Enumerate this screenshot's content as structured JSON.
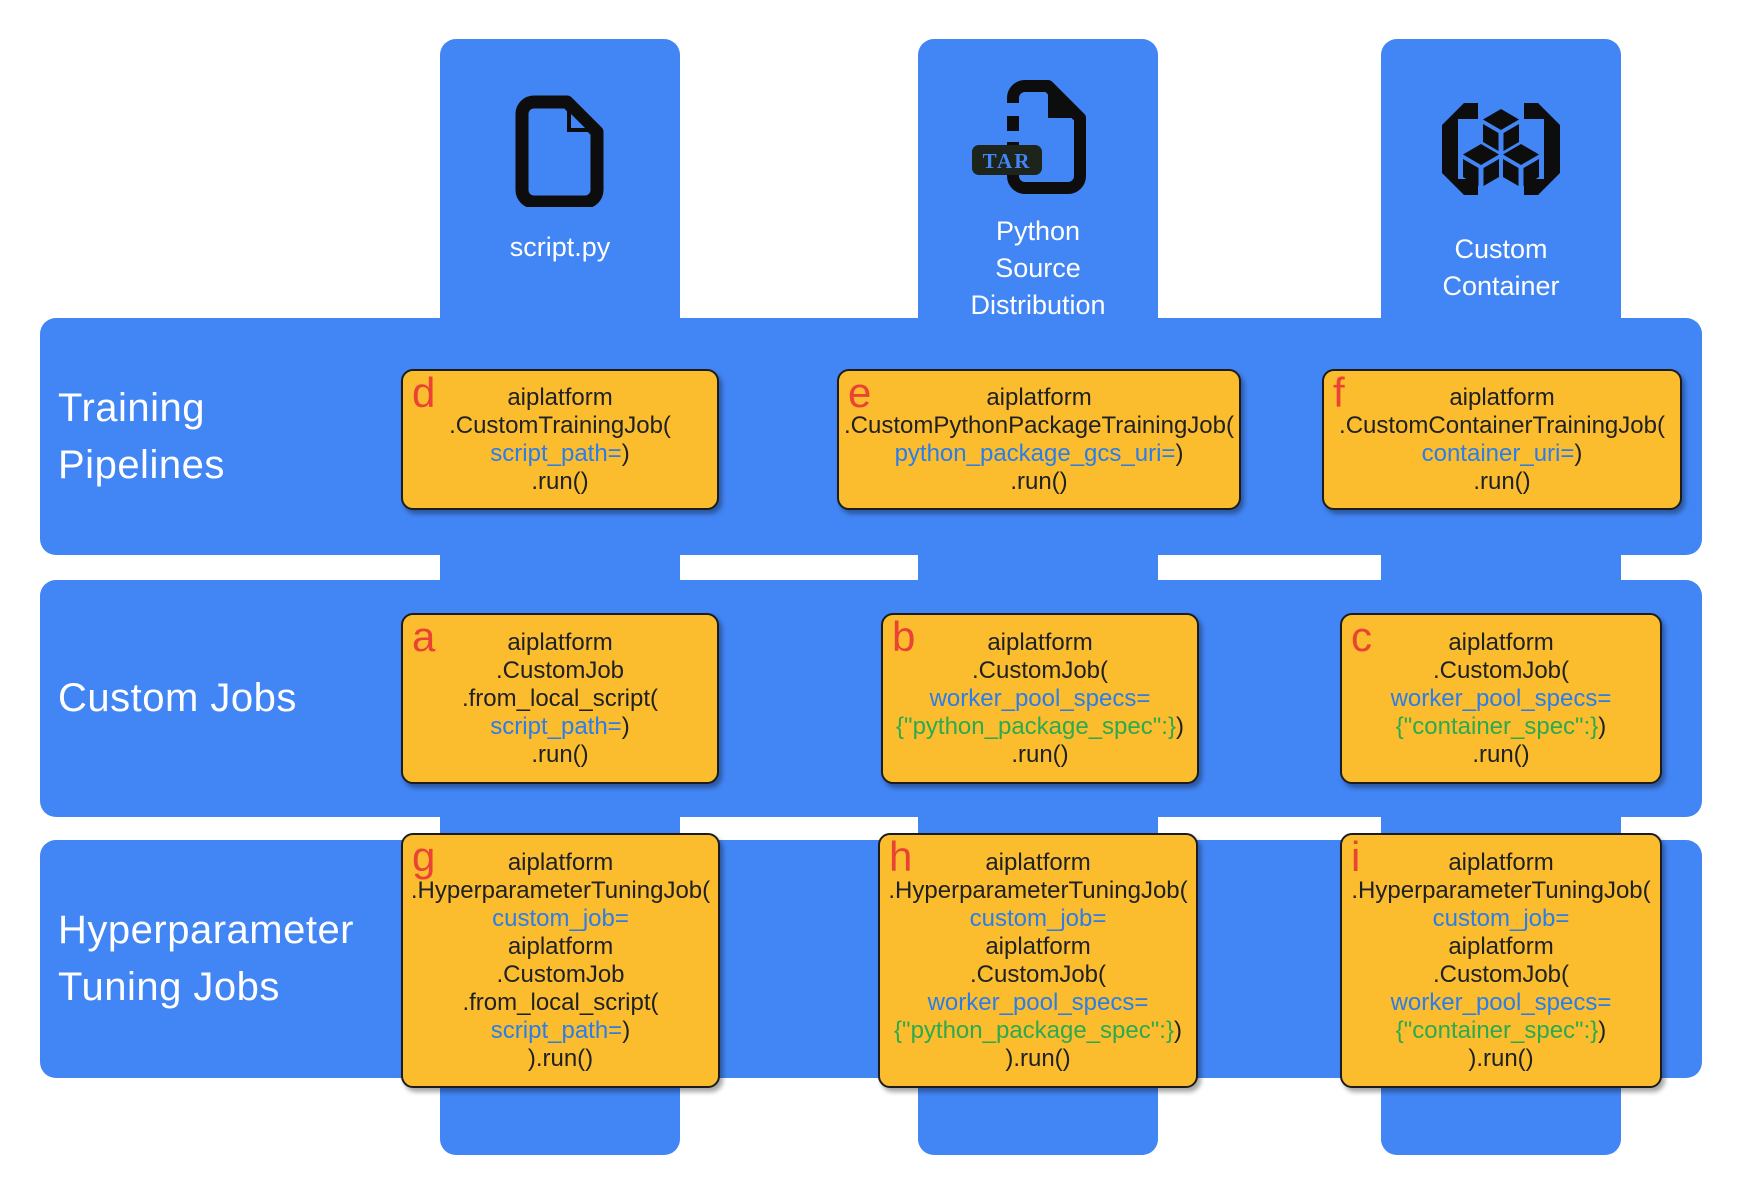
{
  "palette": {
    "blue_panel": "#4285F4",
    "box_fill": "#FBBD2E",
    "box_border": "#1C1C1C",
    "letter_red": "#EA4335",
    "code_black": "#202124",
    "code_blue": "#2B7DE9",
    "code_green": "#2DA94F",
    "label_white": "#FFFFFF",
    "icon_black": "#0D0D0D",
    "tar_badge_bg": "#1C241C"
  },
  "columns": [
    {
      "id": "script-py",
      "icon": "file-icon",
      "label_lines": [
        "script.py"
      ]
    },
    {
      "id": "python-source-distribution",
      "icon": "tar-file-icon",
      "badge": "TAR",
      "label_lines": [
        "Python",
        "Source",
        "Distribution"
      ]
    },
    {
      "id": "custom-container",
      "icon": "container-icon",
      "label_lines": [
        "Custom",
        "Container"
      ]
    }
  ],
  "rows": [
    {
      "id": "training-pipelines",
      "label_lines": [
        "Training",
        "Pipelines"
      ]
    },
    {
      "id": "custom-jobs",
      "label_lines": [
        "Custom Jobs"
      ]
    },
    {
      "id": "hyperparameter-tuning-jobs",
      "label_lines": [
        "Hyperparameter",
        "Tuning Jobs"
      ]
    }
  ],
  "boxes": {
    "a": {
      "letter": "a",
      "row": "custom-jobs",
      "column": "script-py",
      "lines": [
        [
          [
            "k",
            "aiplatform"
          ]
        ],
        [
          [
            "k",
            ".CustomJob"
          ]
        ],
        [
          [
            "k",
            ".from_local_script("
          ]
        ],
        [
          [
            "b",
            "script_path="
          ],
          [
            "k",
            ")"
          ]
        ],
        [
          [
            "k",
            ".run()"
          ]
        ]
      ]
    },
    "b": {
      "letter": "b",
      "row": "custom-jobs",
      "column": "python-source-distribution",
      "lines": [
        [
          [
            "k",
            "aiplatform"
          ]
        ],
        [
          [
            "k",
            ".CustomJob("
          ]
        ],
        [
          [
            "b",
            "worker_pool_specs="
          ]
        ],
        [
          [
            "g",
            "{\"python_package_spec\":}"
          ],
          [
            "k",
            ")"
          ]
        ],
        [
          [
            "k",
            ".run()"
          ]
        ]
      ]
    },
    "c": {
      "letter": "c",
      "row": "custom-jobs",
      "column": "custom-container",
      "lines": [
        [
          [
            "k",
            "aiplatform"
          ]
        ],
        [
          [
            "k",
            ".CustomJob("
          ]
        ],
        [
          [
            "b",
            "worker_pool_specs="
          ]
        ],
        [
          [
            "g",
            "{\"container_spec\":}"
          ],
          [
            "k",
            ")"
          ]
        ],
        [
          [
            "k",
            ".run()"
          ]
        ]
      ]
    },
    "d": {
      "letter": "d",
      "row": "training-pipelines",
      "column": "script-py",
      "lines": [
        [
          [
            "k",
            "aiplatform"
          ]
        ],
        [
          [
            "k",
            ".CustomTrainingJob("
          ]
        ],
        [
          [
            "b",
            "script_path="
          ],
          [
            "k",
            ")"
          ]
        ],
        [
          [
            "k",
            ".run()"
          ]
        ]
      ]
    },
    "e": {
      "letter": "e",
      "row": "training-pipelines",
      "column": "python-source-distribution",
      "lines": [
        [
          [
            "k",
            "aiplatform"
          ]
        ],
        [
          [
            "k",
            ".CustomPythonPackageTrainingJob("
          ]
        ],
        [
          [
            "b",
            "python_package_gcs_uri="
          ],
          [
            "k",
            ")"
          ]
        ],
        [
          [
            "k",
            ".run()"
          ]
        ]
      ]
    },
    "f": {
      "letter": "f",
      "row": "training-pipelines",
      "column": "custom-container",
      "lines": [
        [
          [
            "k",
            "aiplatform"
          ]
        ],
        [
          [
            "k",
            ".CustomContainerTrainingJob("
          ]
        ],
        [
          [
            "b",
            "container_uri="
          ],
          [
            "k",
            ")"
          ]
        ],
        [
          [
            "k",
            ".run()"
          ]
        ]
      ]
    },
    "g": {
      "letter": "g",
      "row": "hyperparameter-tuning-jobs",
      "column": "script-py",
      "lines": [
        [
          [
            "k",
            "aiplatform"
          ]
        ],
        [
          [
            "k",
            ".HyperparameterTuningJob("
          ]
        ],
        [
          [
            "b",
            "custom_job="
          ]
        ],
        [
          [
            "k",
            "aiplatform"
          ]
        ],
        [
          [
            "k",
            ".CustomJob"
          ]
        ],
        [
          [
            "k",
            ".from_local_script("
          ]
        ],
        [
          [
            "b",
            "script_path="
          ],
          [
            "k",
            ")"
          ]
        ],
        [
          [
            "k",
            ").run()"
          ]
        ]
      ]
    },
    "h": {
      "letter": "h",
      "row": "hyperparameter-tuning-jobs",
      "column": "python-source-distribution",
      "lines": [
        [
          [
            "k",
            "aiplatform"
          ]
        ],
        [
          [
            "k",
            ".HyperparameterTuningJob("
          ]
        ],
        [
          [
            "b",
            "custom_job="
          ]
        ],
        [
          [
            "k",
            "aiplatform"
          ]
        ],
        [
          [
            "k",
            ".CustomJob("
          ]
        ],
        [
          [
            "b",
            "worker_pool_specs="
          ]
        ],
        [
          [
            "g",
            "{\"python_package_spec\":}"
          ],
          [
            "k",
            ")"
          ]
        ],
        [
          [
            "k",
            ").run()"
          ]
        ]
      ]
    },
    "i": {
      "letter": "i",
      "row": "hyperparameter-tuning-jobs",
      "column": "custom-container",
      "lines": [
        [
          [
            "k",
            "aiplatform"
          ]
        ],
        [
          [
            "k",
            ".HyperparameterTuningJob("
          ]
        ],
        [
          [
            "b",
            "custom_job="
          ]
        ],
        [
          [
            "k",
            "aiplatform"
          ]
        ],
        [
          [
            "k",
            ".CustomJob("
          ]
        ],
        [
          [
            "b",
            "worker_pool_specs="
          ]
        ],
        [
          [
            "g",
            "{\"container_spec\":}"
          ],
          [
            "k",
            ")"
          ]
        ],
        [
          [
            "k",
            ").run()"
          ]
        ]
      ]
    }
  }
}
